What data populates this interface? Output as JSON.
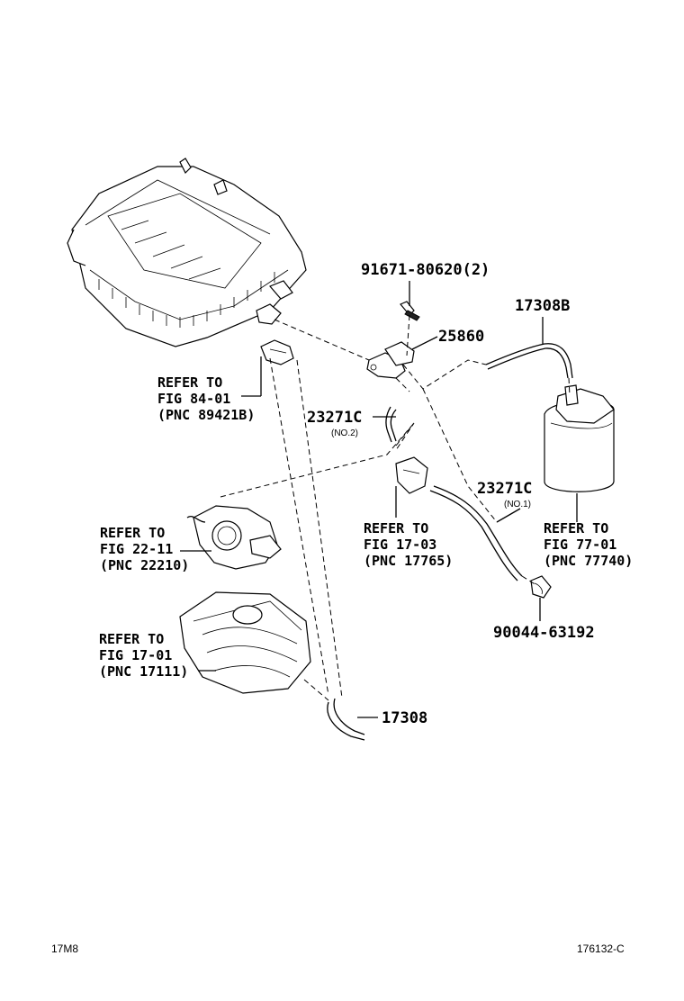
{
  "parts": {
    "bolt": "91671-80620(2)",
    "vsv": "25860",
    "hose_canister": "17308B",
    "hose_no2": "23271C",
    "hose_no2_sub": "(NO.2)",
    "hose_no1": "23271C",
    "hose_no1_sub": "(NO.1)",
    "clip": "90044-63192",
    "hose_lower": "17308"
  },
  "refs": {
    "air_cleaner": [
      "REFER TO",
      "FIG 84-01",
      "(PNC 89421B)"
    ],
    "throttle_body": [
      "REFER TO",
      "FIG 22-11",
      "(PNC 22210)"
    ],
    "intake_manifold": [
      "REFER TO",
      "FIG 17-01",
      "(PNC 17111)"
    ],
    "bracket": [
      "REFER TO",
      "FIG 17-03",
      "(PNC 17765)"
    ],
    "canister": [
      "REFER TO",
      "FIG 77-01",
      "(PNC 77740)"
    ]
  },
  "footer": {
    "left": "17M8",
    "right": "176132-C"
  }
}
